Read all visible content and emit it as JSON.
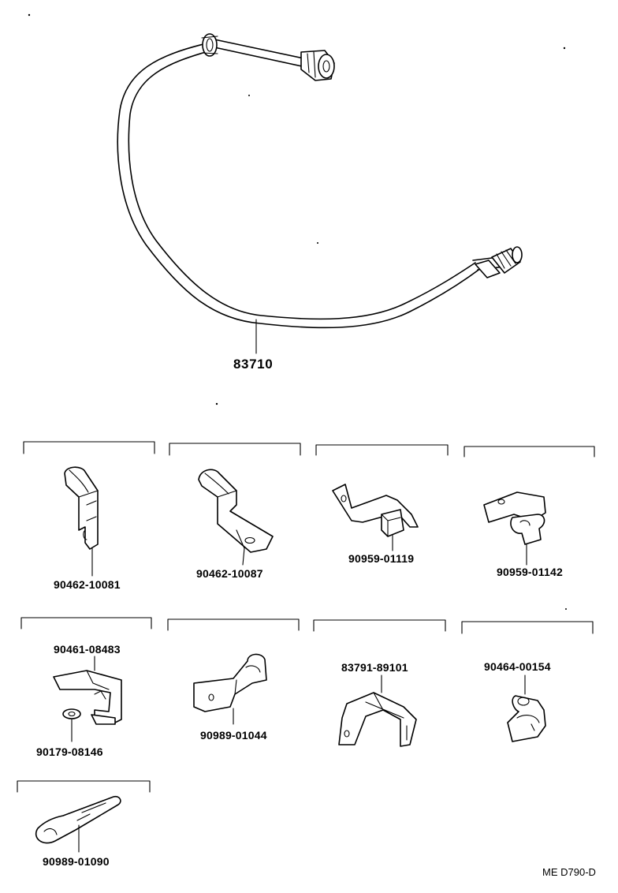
{
  "parts": {
    "cable": "83710",
    "p1": "90462-10081",
    "p2": "90462-10087",
    "p3": "90959-01119",
    "p4": "90959-01142",
    "p5a": "90461-08483",
    "p5b": "90179-08146",
    "p6": "90989-01044",
    "p7": "83791-89101",
    "p8": "90464-00154",
    "p9": "90989-01090"
  },
  "diagram_code": "ME D790-D"
}
